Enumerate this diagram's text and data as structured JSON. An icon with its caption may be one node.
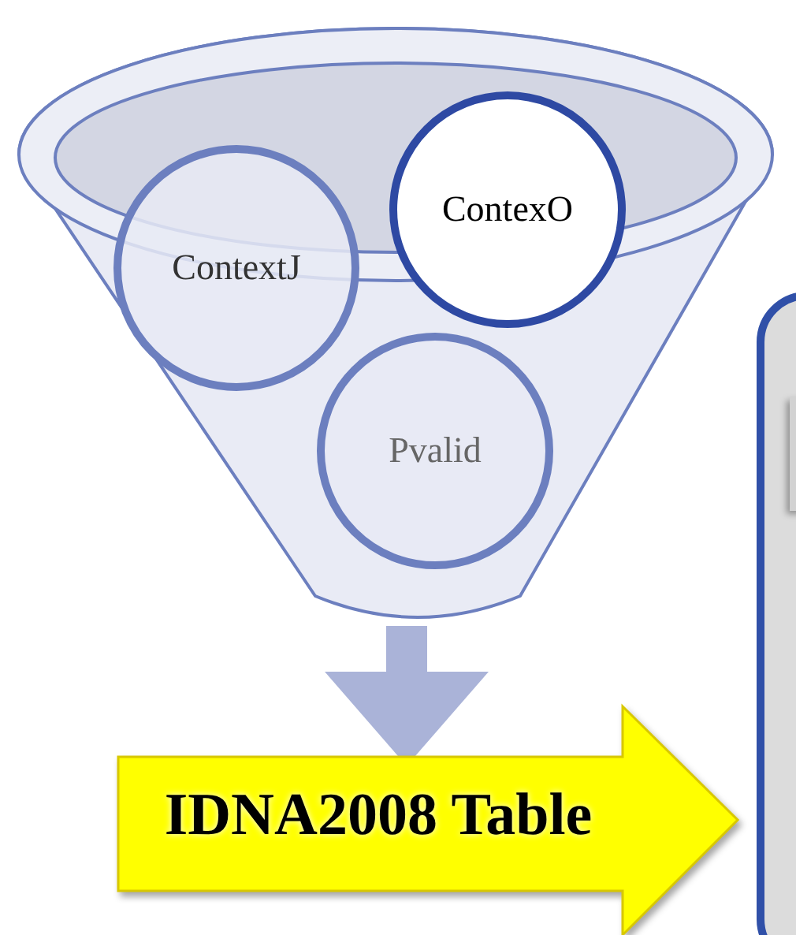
{
  "diagram": {
    "nodes": [
      {
        "text": [],
        "shape": "funnel"
      },
      {
        "text": [
          "ContextJ"
        ],
        "in": 0
      },
      {
        "text": [
          "ContexO"
        ],
        "in": 0
      },
      {
        "text": [
          "Pvalid"
        ],
        "in": 0
      },
      {
        "text": [
          "IDNA2008 Table"
        ]
      },
      {
        "text": [],
        "shape": "box"
      },
      {
        "text": [],
        "shape": "box",
        "in": 5
      }
    ],
    "edges": [
      {
        "from": 0,
        "to": 4,
        "arrow": "to"
      }
    ]
  }
}
